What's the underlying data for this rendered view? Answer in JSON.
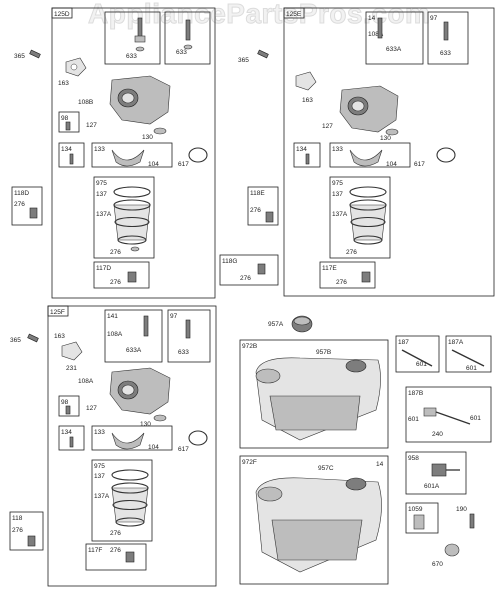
{
  "watermark": "AppliancePartsPros.com",
  "groups": {
    "g125D": {
      "title": "125D",
      "labels": {
        "l365": "365",
        "l163": "163",
        "l108B": "108B",
        "l127": "127",
        "l130": "130",
        "l633a": "633",
        "l633b": "633",
        "l98": "98",
        "l134": "134",
        "l133": "133",
        "l104": "104",
        "l617": "617",
        "l975": "975",
        "l137": "137",
        "l137A": "137A",
        "l276": "276",
        "l117D": "117D",
        "l276b": "276",
        "l118D": "118D",
        "l276c": "276"
      }
    },
    "g125E": {
      "title": "125E",
      "labels": {
        "l365": "365",
        "l163": "163",
        "l14": "14",
        "l108A": "108A",
        "l633A": "633A",
        "l97": "97",
        "l633": "633",
        "l127": "127",
        "l130": "130",
        "l134": "134",
        "l133": "133",
        "l104": "104",
        "l617": "617",
        "l975": "975",
        "l137": "137",
        "l137A": "137A",
        "l276": "276",
        "l117E": "117E",
        "l276b": "276",
        "l118E": "118E",
        "l276c": "276",
        "l118G": "118G",
        "l276d": "276"
      }
    },
    "g125F": {
      "title": "125F",
      "labels": {
        "l365": "365",
        "l163": "163",
        "l231": "231",
        "l108A": "108A",
        "l141": "141",
        "l108A2": "108A",
        "l633A": "633A",
        "l97": "97",
        "l633": "633",
        "l98": "98",
        "l127": "127",
        "l130": "130",
        "l134": "134",
        "l133": "133",
        "l104": "104",
        "l617": "617",
        "l975": "975",
        "l137": "137",
        "l137A": "137A",
        "l276": "276",
        "l117F": "117F",
        "l276b": "276",
        "l118": "118",
        "l276c": "276"
      }
    },
    "tank": {
      "l957A": "957A",
      "l972B": "972B",
      "l957B": "957B",
      "l972F": "972F",
      "l957C": "957C",
      "l14": "14"
    },
    "right": {
      "l187": "187",
      "l601a": "601",
      "l187A": "187A",
      "l601b": "601",
      "l187B": "187B",
      "l601c": "601",
      "l240": "240",
      "l601d": "601",
      "l958": "958",
      "l601A": "601A",
      "l1059": "1059",
      "l190": "190",
      "l670": "670"
    }
  }
}
